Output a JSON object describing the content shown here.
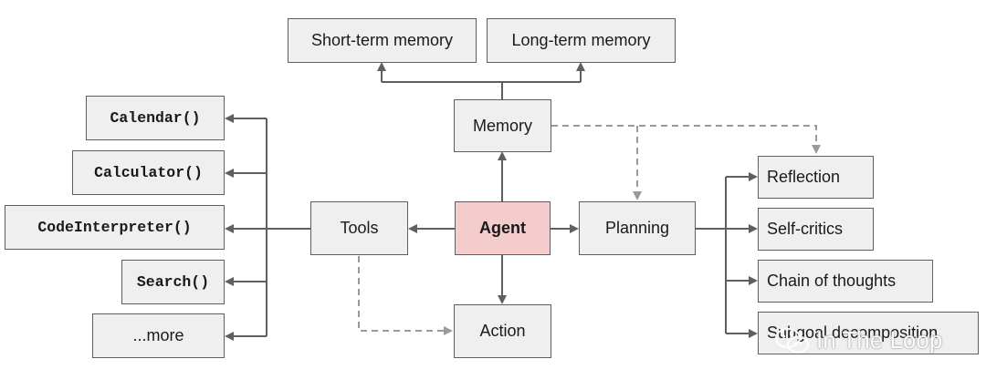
{
  "colors": {
    "node_fill": "#efefef",
    "agent_fill": "#f4cccc",
    "edge": "#5f5f5f",
    "dashed_edge": "#9a9a9a"
  },
  "nodes": {
    "short_term_memory": "Short-term memory",
    "long_term_memory": "Long-term memory",
    "memory": "Memory",
    "agent": "Agent",
    "tools": "Tools",
    "planning": "Planning",
    "action": "Action",
    "calendar": "Calendar()",
    "calculator": "Calculator()",
    "code_interpreter": "CodeInterpreter()",
    "search": "Search()",
    "more": "...more",
    "reflection": "Reflection",
    "self_critics": "Self-critics",
    "chain_of_thoughts": "Chain of thoughts",
    "subgoal_decomposition": "Subgoal decomposition"
  },
  "watermark": {
    "text": "In The Loop",
    "icon": "wechat-icon"
  }
}
